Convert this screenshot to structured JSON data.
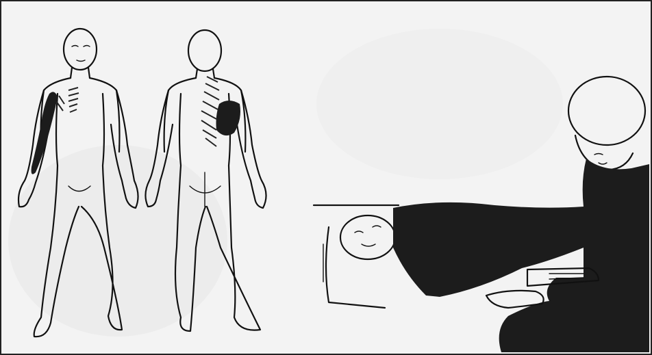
{
  "figure": {
    "panels": [
      {
        "name": "front-view",
        "icon": "body-front-figure"
      },
      {
        "name": "back-view",
        "icon": "body-back-figure"
      },
      {
        "name": "treatment-scene",
        "icon": "practitioner-with-patient"
      }
    ],
    "colors": {
      "background": "#f4f4f4",
      "ink": "#111111",
      "shading": "#1c1c1c",
      "border": "#222222"
    }
  }
}
